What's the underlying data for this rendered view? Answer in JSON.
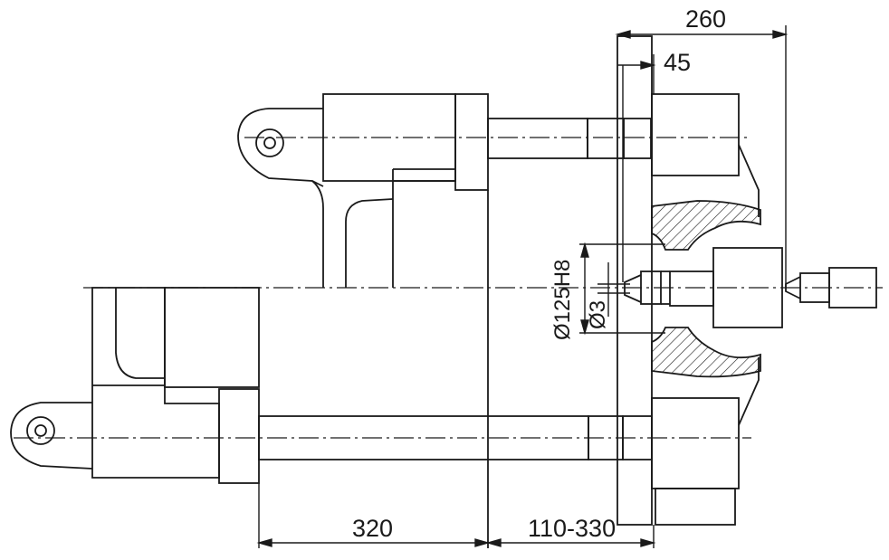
{
  "drawing": {
    "colors": {
      "line": "#1a1a1a",
      "background": "#ffffff"
    },
    "dimensions": {
      "overall_width": "260",
      "nozzle_offset": "45",
      "platen_travel": "320",
      "stroke_range": "110-330",
      "bore_diameter": "Ø125H8",
      "nozzle_diameter": "Ø3"
    }
  }
}
